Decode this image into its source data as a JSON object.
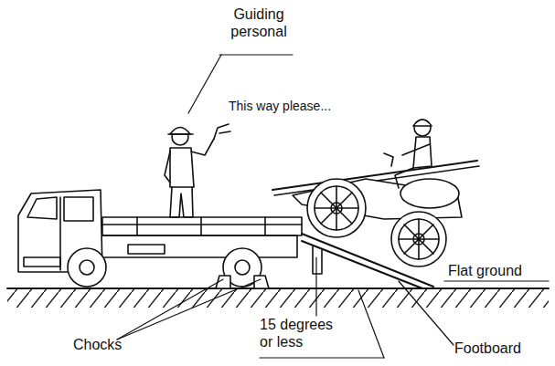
{
  "diagram": {
    "labels": [
      "Guiding personal",
      "This way please...",
      "Flat ground",
      "15 degrees or less",
      "Chocks",
      "Footboard"
    ]
  }
}
